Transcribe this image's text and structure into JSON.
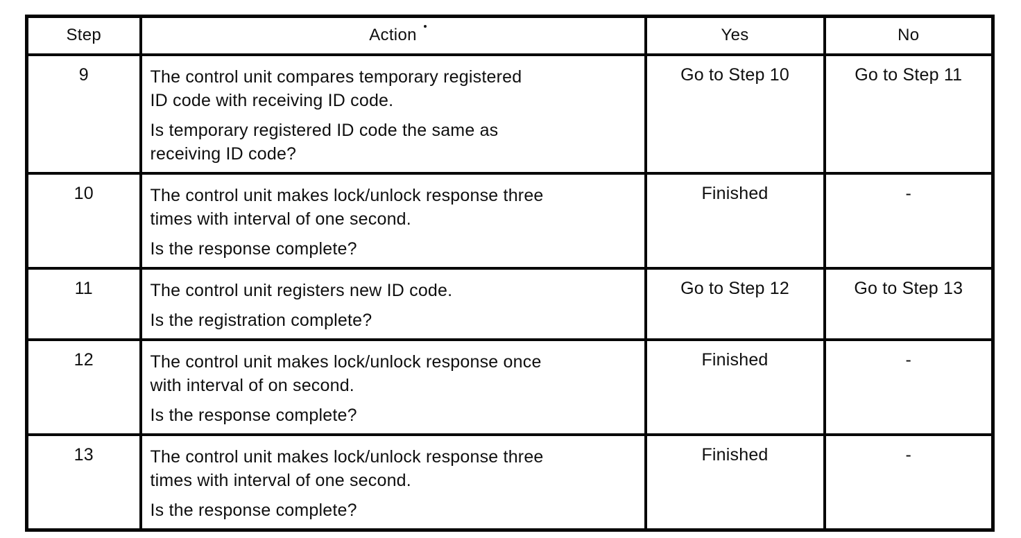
{
  "table": {
    "headers": [
      "Step",
      "Action",
      "Yes",
      "No"
    ],
    "rows": [
      {
        "step": "9",
        "action": [
          "The control unit compares temporary registered\nID code with receiving ID code.",
          "Is temporary registered ID code the same as\nreceiving ID code?"
        ],
        "yes": "Go to Step 10",
        "no": "Go to Step 11"
      },
      {
        "step": "10",
        "action": [
          "The control unit makes lock/unlock response three\ntimes with interval of one second.",
          "Is the response complete?"
        ],
        "yes": "Finished",
        "no": "-"
      },
      {
        "step": "11",
        "action": [
          "The control unit registers new ID code.",
          "Is the registration complete?"
        ],
        "yes": "Go to Step 12",
        "no": "Go to Step 13"
      },
      {
        "step": "12",
        "action": [
          "The control unit makes lock/unlock response once\nwith interval of on second.",
          "Is the response complete?"
        ],
        "yes": "Finished",
        "no": "-"
      },
      {
        "step": "13",
        "action": [
          "The control unit makes lock/unlock response three\ntimes with interval of one second.",
          "Is the response complete?"
        ],
        "yes": "Finished",
        "no": "-"
      }
    ]
  }
}
